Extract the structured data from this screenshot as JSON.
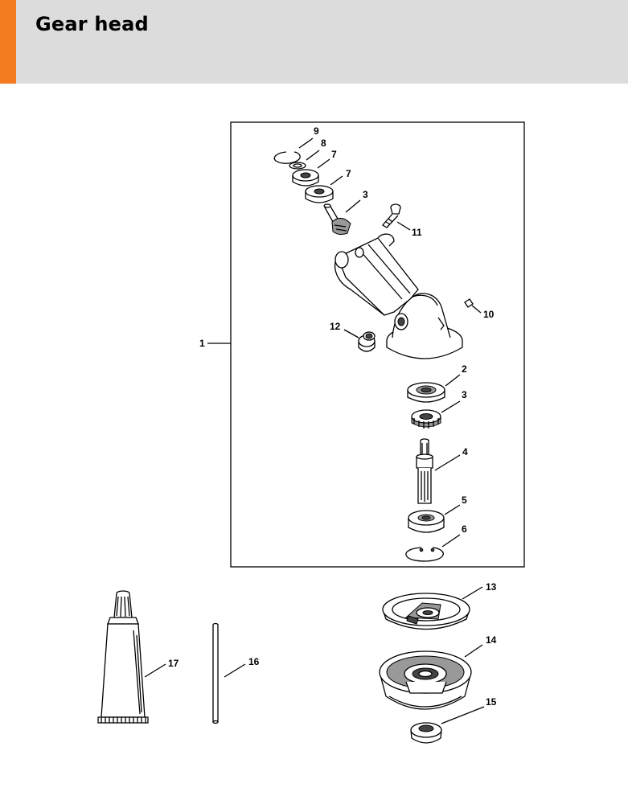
{
  "page": {
    "title": "Gear head"
  },
  "callouts": {
    "c1": "1",
    "c2": "2",
    "c3a": "3",
    "c3b": "3",
    "c4": "4",
    "c5": "5",
    "c6": "6",
    "c7a": "7",
    "c7b": "7",
    "c8": "8",
    "c9": "9",
    "c10": "10",
    "c11": "11",
    "c12": "12",
    "c13": "13",
    "c14": "14",
    "c15": "15",
    "c16": "16",
    "c17": "17"
  },
  "colors": {
    "header_bg": "#dcdcdc",
    "accent": "#f37a1f"
  }
}
